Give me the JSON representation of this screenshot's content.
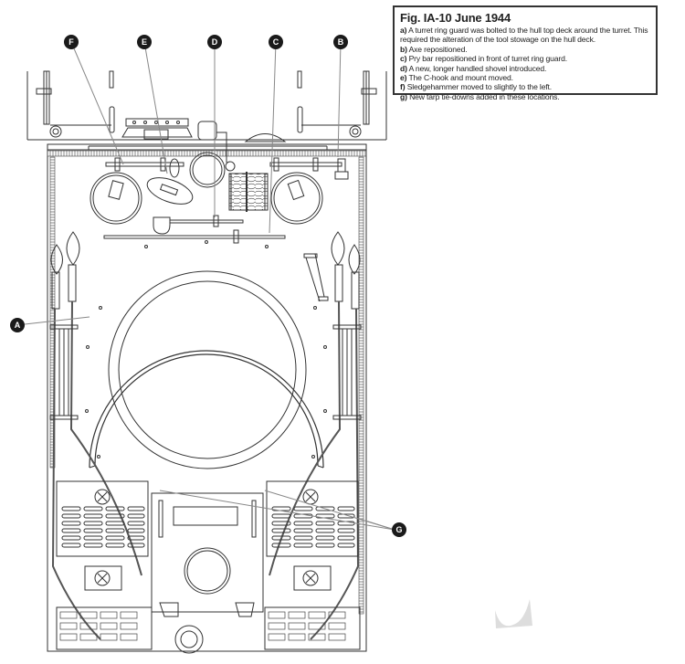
{
  "figure": {
    "title": "Fig. IA-10 June 1944",
    "notes": [
      {
        "key": "a)",
        "text": "A turret ring guard was bolted to the hull top deck around the turret. This required the alteration of the tool stowage on the hull deck."
      },
      {
        "key": "b)",
        "text": "Axe repositioned."
      },
      {
        "key": "c)",
        "text": "Pry bar repositioned in front of turret ring guard."
      },
      {
        "key": "d)",
        "text": "A new, longer handled shovel introduced."
      },
      {
        "key": "e)",
        "text": "The C-hook and mount moved."
      },
      {
        "key": "f)",
        "text": "Sledgehammer moved to slightly to the left."
      },
      {
        "key": "g)",
        "text": "New tarp tie-downs added in these locations."
      }
    ]
  },
  "callouts": {
    "A": "A",
    "B": "B",
    "C": "C",
    "D": "D",
    "E": "E",
    "F": "F",
    "G": "G"
  },
  "colors": {
    "line": "#333333",
    "leader": "#888888",
    "badge": "#1a1a1a"
  }
}
